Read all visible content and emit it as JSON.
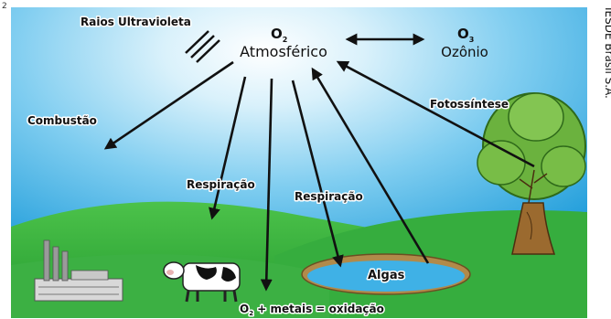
{
  "corner_note": "2",
  "o2": {
    "symbol": "O",
    "subscript": "2",
    "name": "Atmosférico"
  },
  "ozone": {
    "symbol": "O",
    "subscript": "3",
    "name": "Ozônio"
  },
  "uv_label": "Raios Ultravioleta",
  "combustion_label": "Combustão",
  "respiration_animal_label": "Respiração",
  "respiration_algae_label": "Respiração",
  "photosynthesis_label": "Fotossíntese",
  "algae_label": "Algas",
  "oxidation": {
    "o": "O",
    "sub": "2",
    "rest": " + metais = oxidação"
  },
  "credit": "IESDE Brasil S.A.",
  "colors": {
    "sky_top": "#1aa3e0",
    "sky_mid": "#8fd4f2",
    "sun_glow": "#ffffff",
    "grass": "#3cb043",
    "grass_dark": "#2a9a35",
    "water": "#3fb1e6",
    "arrow": "#111111"
  }
}
